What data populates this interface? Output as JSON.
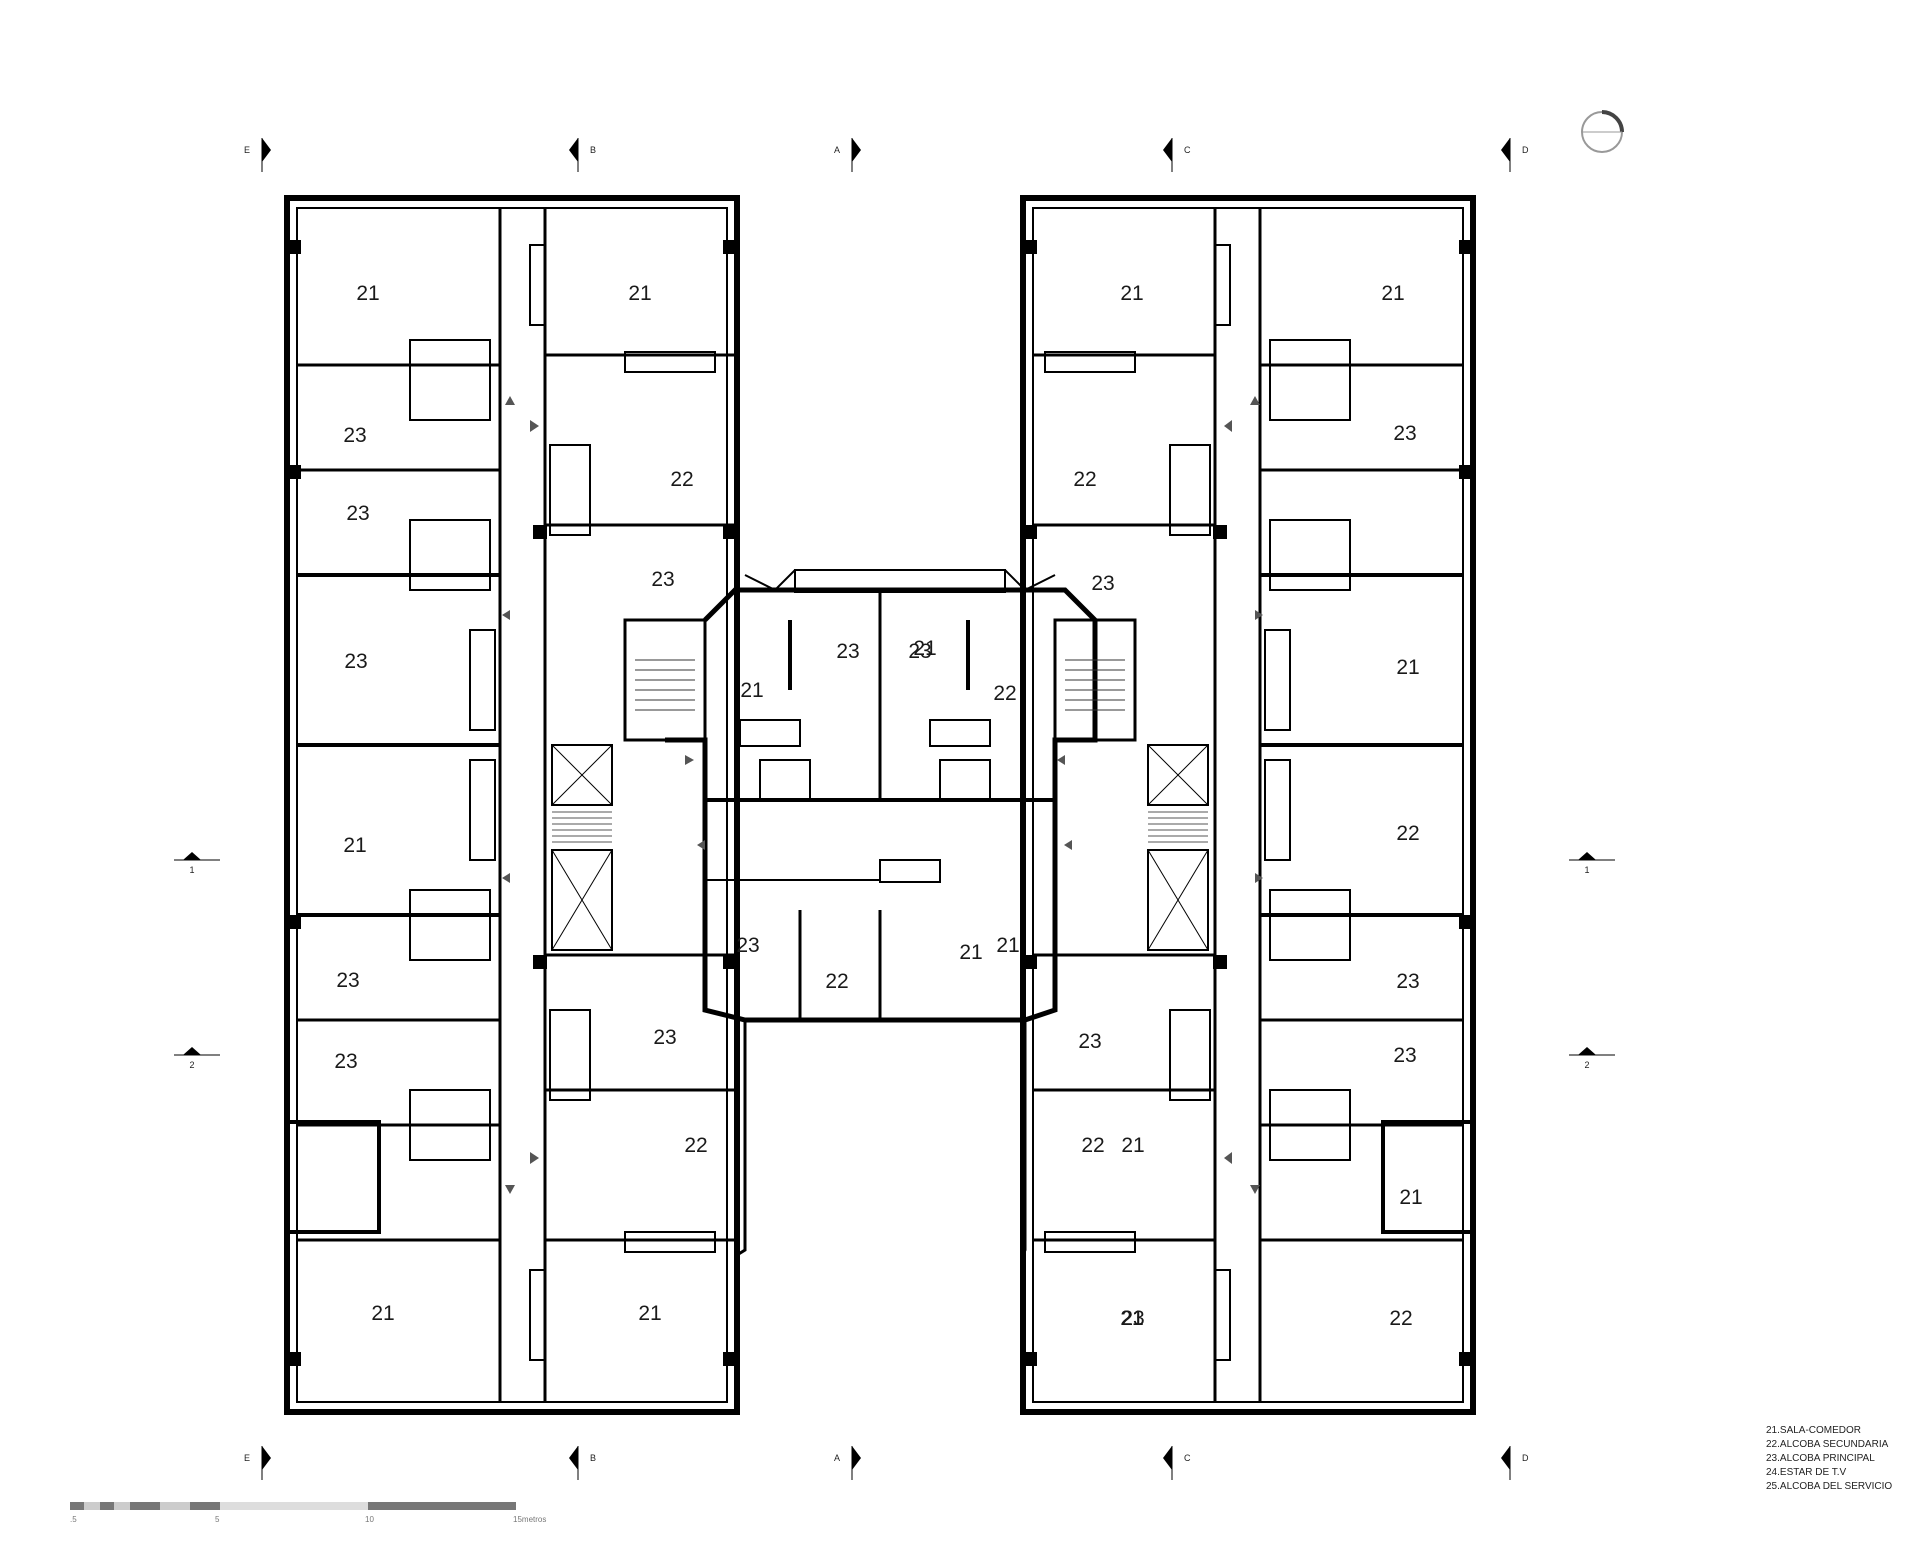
{
  "rooms": [
    {
      "label": "21"
    },
    {
      "label": "21"
    },
    {
      "label": "23"
    },
    {
      "label": "22"
    },
    {
      "label": "23"
    },
    {
      "label": "23"
    },
    {
      "label": "23"
    },
    {
      "label": "21"
    },
    {
      "label": "21"
    },
    {
      "label": "23"
    },
    {
      "label": "23"
    },
    {
      "label": "22"
    },
    {
      "label": "21"
    },
    {
      "label": "23"
    },
    {
      "label": "22"
    },
    {
      "label": "21"
    },
    {
      "label": "21"
    },
    {
      "label": "23"
    },
    {
      "label": "23"
    },
    {
      "label": "21"
    },
    {
      "label": "23"
    },
    {
      "label": "22"
    },
    {
      "label": "21"
    },
    {
      "label": "21"
    },
    {
      "label": "22"
    },
    {
      "label": "23"
    },
    {
      "label": "23"
    },
    {
      "label": "21"
    },
    {
      "label": "21"
    },
    {
      "label": "22"
    },
    {
      "label": "23"
    },
    {
      "label": "23"
    },
    {
      "label": "21"
    },
    {
      "label": "21"
    },
    {
      "label": "22"
    },
    {
      "label": "23"
    },
    {
      "label": "23"
    },
    {
      "label": "22"
    },
    {
      "label": "21"
    },
    {
      "label": "21"
    }
  ],
  "axis_markers": [
    {
      "label": "E"
    },
    {
      "label": "B"
    },
    {
      "label": "A"
    },
    {
      "label": "C"
    },
    {
      "label": "D"
    },
    {
      "label": "E"
    },
    {
      "label": "B"
    },
    {
      "label": "A"
    },
    {
      "label": "C"
    },
    {
      "label": "D"
    }
  ],
  "section_markers": [
    {
      "label": "1"
    },
    {
      "label": "1"
    },
    {
      "label": "2"
    },
    {
      "label": "2"
    }
  ],
  "legend": [
    "21.SALA-COMEDOR",
    "22.ALCOBA SECUNDARIA",
    "23.ALCOBA PRINCIPAL",
    "24.ESTAR DE T.V",
    "25.ALCOBA DEL SERVICIO"
  ],
  "scale_bar": {
    "tick_labels": [
      ".5",
      "5",
      "10",
      "15metros"
    ]
  },
  "icons": [
    "north-arrow-icon",
    "section-cut-icon",
    "axis-marker-icon"
  ],
  "colors": {
    "ink": "#000000",
    "paper": "#ffffff",
    "hatch": "#555555",
    "scale_light": "#bbbbbb"
  }
}
